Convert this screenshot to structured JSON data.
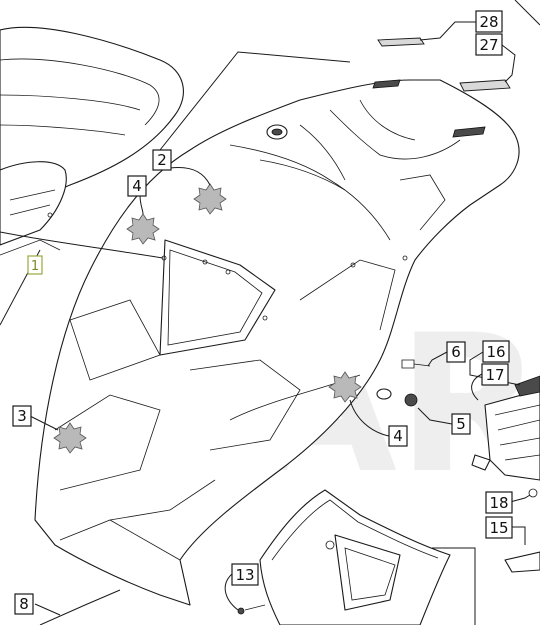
{
  "diagram": {
    "callouts": [
      {
        "id": "c28",
        "label": "28"
      },
      {
        "id": "c27",
        "label": "27"
      },
      {
        "id": "c2",
        "label": "2"
      },
      {
        "id": "c4a",
        "label": "4"
      },
      {
        "id": "c1",
        "label": "1"
      },
      {
        "id": "c6",
        "label": "6"
      },
      {
        "id": "c16",
        "label": "16"
      },
      {
        "id": "c17",
        "label": "17"
      },
      {
        "id": "c3",
        "label": "3"
      },
      {
        "id": "c5",
        "label": "5"
      },
      {
        "id": "c4b",
        "label": "4"
      },
      {
        "id": "c18",
        "label": "18"
      },
      {
        "id": "c15",
        "label": "15"
      },
      {
        "id": "c13",
        "label": "13"
      },
      {
        "id": "c8",
        "label": "8"
      }
    ],
    "watermark": "AR",
    "colors": {
      "line": "#1a1a1a",
      "highlight_callout": "#9aa640",
      "seal": "#b9b9b9"
    }
  }
}
